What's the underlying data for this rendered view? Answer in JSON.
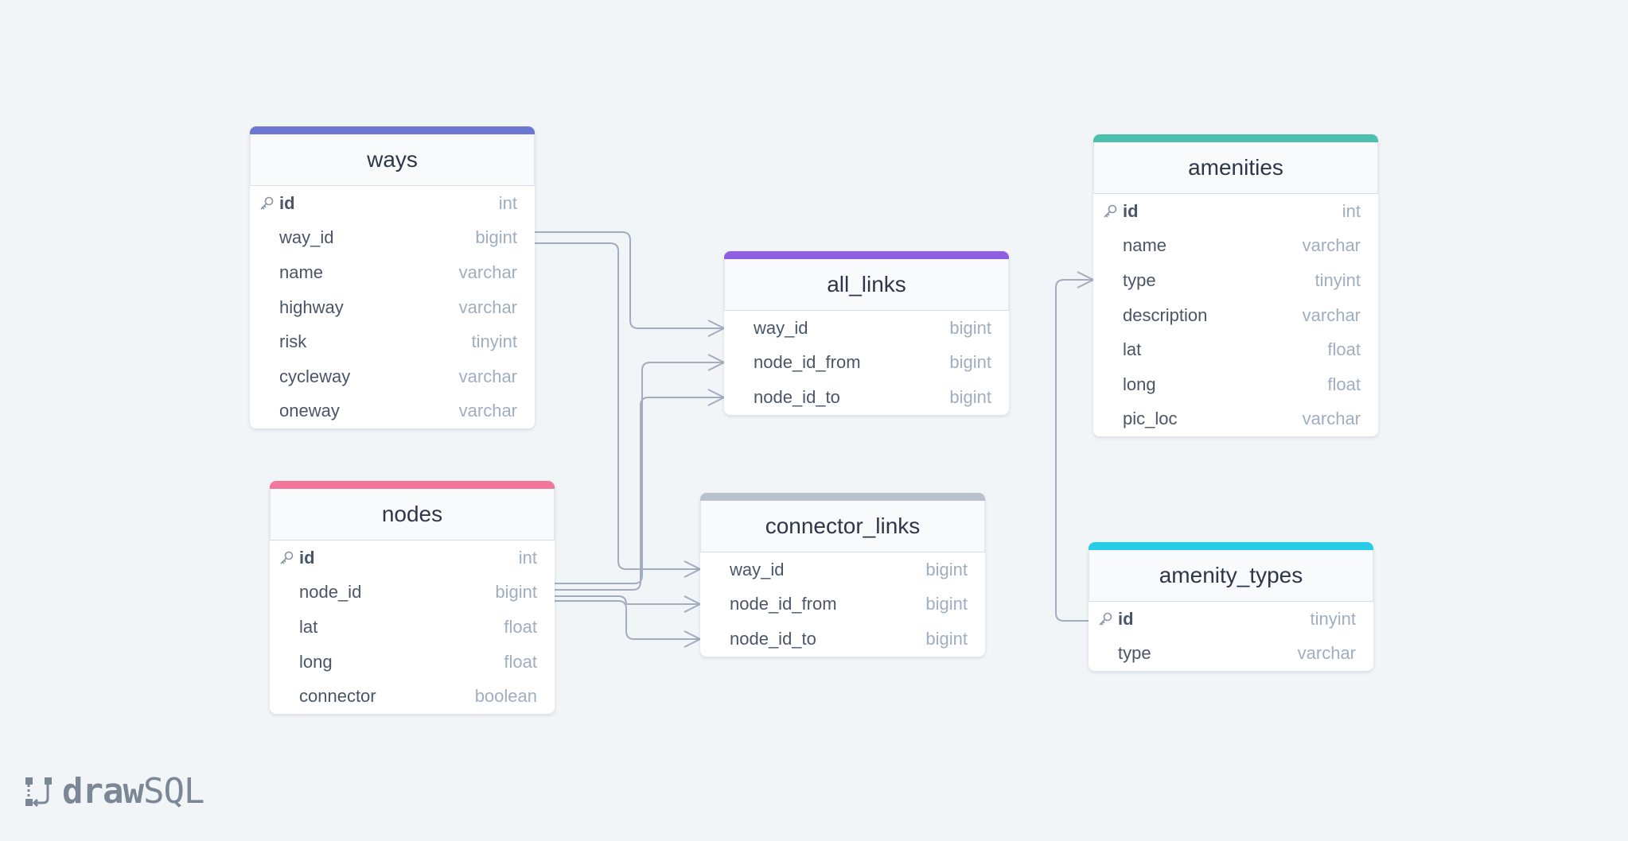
{
  "tables": {
    "ways": {
      "name": "ways",
      "accent": "#6b77d0",
      "columns": [
        {
          "name": "id",
          "type": "int"
        },
        {
          "name": "way_id",
          "type": "bigint"
        },
        {
          "name": "name",
          "type": "varchar"
        },
        {
          "name": "highway",
          "type": "varchar"
        },
        {
          "name": "risk",
          "type": "tinyint"
        },
        {
          "name": "cycleway",
          "type": "varchar"
        },
        {
          "name": "oneway",
          "type": "varchar"
        }
      ]
    },
    "all_links": {
      "name": "all_links",
      "accent": "#905fe0",
      "columns": [
        {
          "name": "way_id",
          "type": "bigint"
        },
        {
          "name": "node_id_from",
          "type": "bigint"
        },
        {
          "name": "node_id_to",
          "type": "bigint"
        }
      ]
    },
    "nodes": {
      "name": "nodes",
      "accent": "#f2779a",
      "columns": [
        {
          "name": "id",
          "type": "int"
        },
        {
          "name": "node_id",
          "type": "bigint"
        },
        {
          "name": "lat",
          "type": "float"
        },
        {
          "name": "long",
          "type": "float"
        },
        {
          "name": "connector",
          "type": "boolean"
        }
      ]
    },
    "connector_links": {
      "name": "connector_links",
      "accent": "#b8c1cc",
      "columns": [
        {
          "name": "way_id",
          "type": "bigint"
        },
        {
          "name": "node_id_from",
          "type": "bigint"
        },
        {
          "name": "node_id_to",
          "type": "bigint"
        }
      ]
    },
    "amenities": {
      "name": "amenities",
      "accent": "#4dbfad",
      "columns": [
        {
          "name": "id",
          "type": "int"
        },
        {
          "name": "name",
          "type": "varchar"
        },
        {
          "name": "type",
          "type": "tinyint"
        },
        {
          "name": "description",
          "type": "varchar"
        },
        {
          "name": "lat",
          "type": "float"
        },
        {
          "name": "long",
          "type": "float"
        },
        {
          "name": "pic_loc",
          "type": "varchar"
        }
      ]
    },
    "amenity_types": {
      "name": "amenity_types",
      "accent": "#28cce6",
      "columns": [
        {
          "name": "id",
          "type": "tinyint"
        },
        {
          "name": "type",
          "type": "varchar"
        }
      ]
    }
  },
  "logo": {
    "bold": "draw",
    "light": "SQL"
  },
  "relationships": [
    {
      "from": "ways.way_id",
      "to": "all_links.way_id"
    },
    {
      "from": "ways.way_id",
      "to": "connector_links.way_id"
    },
    {
      "from": "nodes.node_id",
      "to": "all_links.node_id_from"
    },
    {
      "from": "nodes.node_id",
      "to": "all_links.node_id_to"
    },
    {
      "from": "nodes.node_id",
      "to": "connector_links.node_id_from"
    },
    {
      "from": "nodes.node_id",
      "to": "connector_links.node_id_to"
    },
    {
      "from": "amenity_types.id",
      "to": "amenities.type"
    }
  ]
}
